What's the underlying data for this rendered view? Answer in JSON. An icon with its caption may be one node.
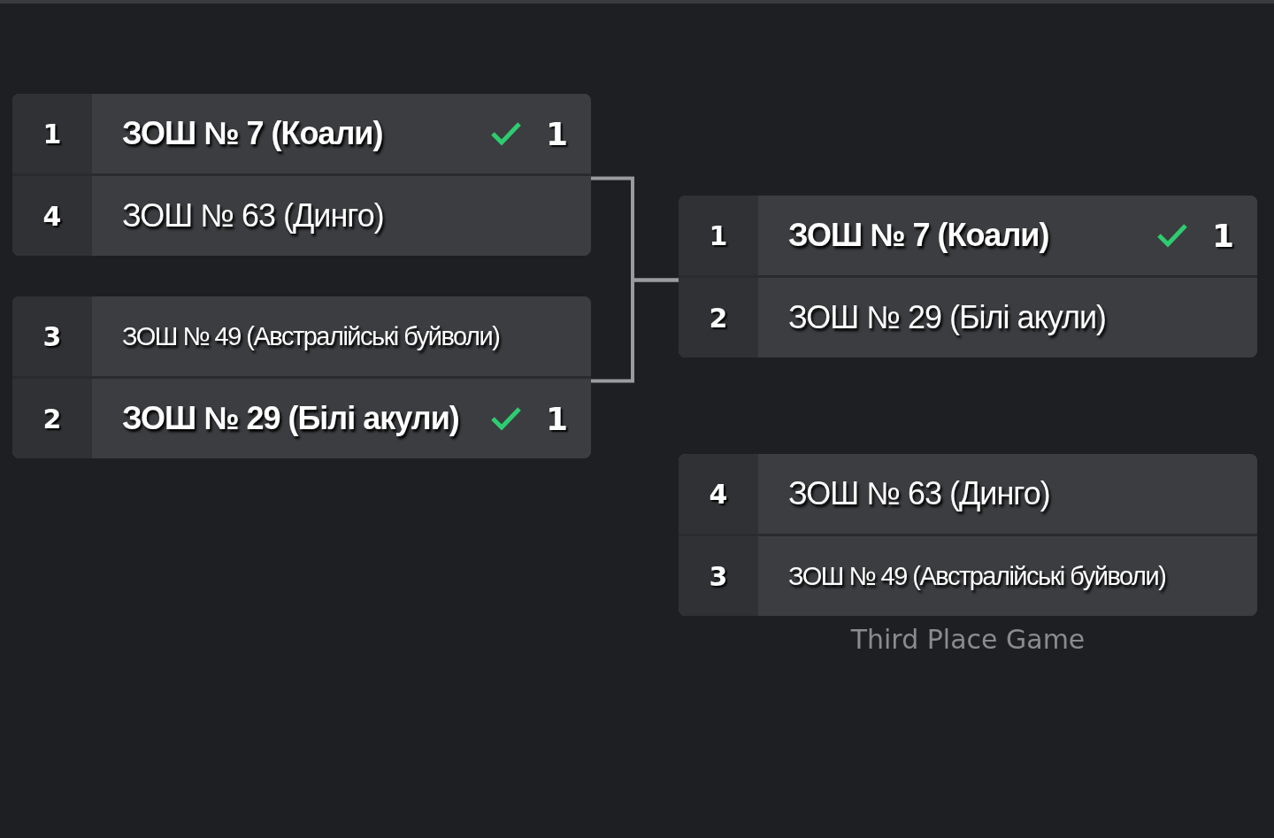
{
  "diagram": {
    "nodes": [
      {
        "text": [],
        "shape": "box"
      },
      {
        "text": [
          "1",
          "ЗОШ № 7 (Коали)",
          "1"
        ],
        "in": 0
      },
      {
        "text": [
          "4",
          "ЗОШ № 63 (Динго)"
        ],
        "in": 0
      },
      {
        "text": [],
        "shape": "box"
      },
      {
        "text": [
          "3",
          "ЗОШ № 49 (Австралійські буйволи)"
        ],
        "in": 3
      },
      {
        "text": [
          "2",
          "ЗОШ № 29 (Білі акули)",
          "1"
        ],
        "in": 3
      },
      {
        "text": [],
        "shape": "box"
      },
      {
        "text": [
          "1",
          "ЗОШ № 7 (Коали)",
          "1"
        ],
        "in": 6
      },
      {
        "text": [
          "2",
          "ЗОШ № 29 (Білі акули)"
        ],
        "in": 6
      },
      {
        "text": [],
        "shape": "box",
        "beside": [
          "Third Place Game"
        ]
      },
      {
        "text": [
          "4",
          "ЗОШ № 63 (Динго)"
        ],
        "in": 9
      },
      {
        "text": [
          "3",
          "ЗОШ № 49 (Австралійські буйволи)"
        ],
        "in": 9
      }
    ],
    "edges": [
      {
        "from": 0,
        "to": 6,
        "arrow": "none"
      },
      {
        "from": 3,
        "to": 6,
        "arrow": "none"
      }
    ]
  }
}
